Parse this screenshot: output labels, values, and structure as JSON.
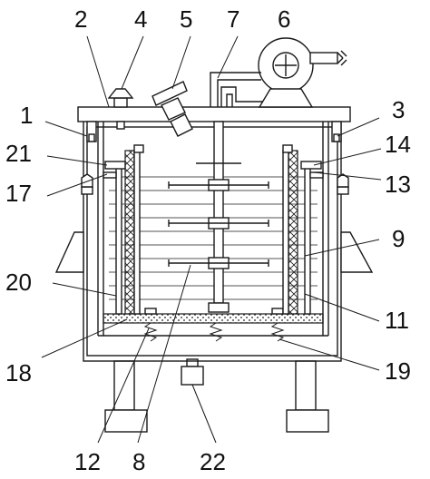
{
  "diagram": {
    "labels": {
      "l1": "1",
      "l2": "2",
      "l3": "3",
      "l4": "4",
      "l5": "5",
      "l6": "6",
      "l7": "7",
      "l8": "8",
      "l9": "9",
      "l11": "11",
      "l12": "12",
      "l13": "13",
      "l14": "14",
      "l17": "17",
      "l18": "18",
      "l19": "19",
      "l20": "20",
      "l21": "21",
      "l22": "22"
    }
  }
}
